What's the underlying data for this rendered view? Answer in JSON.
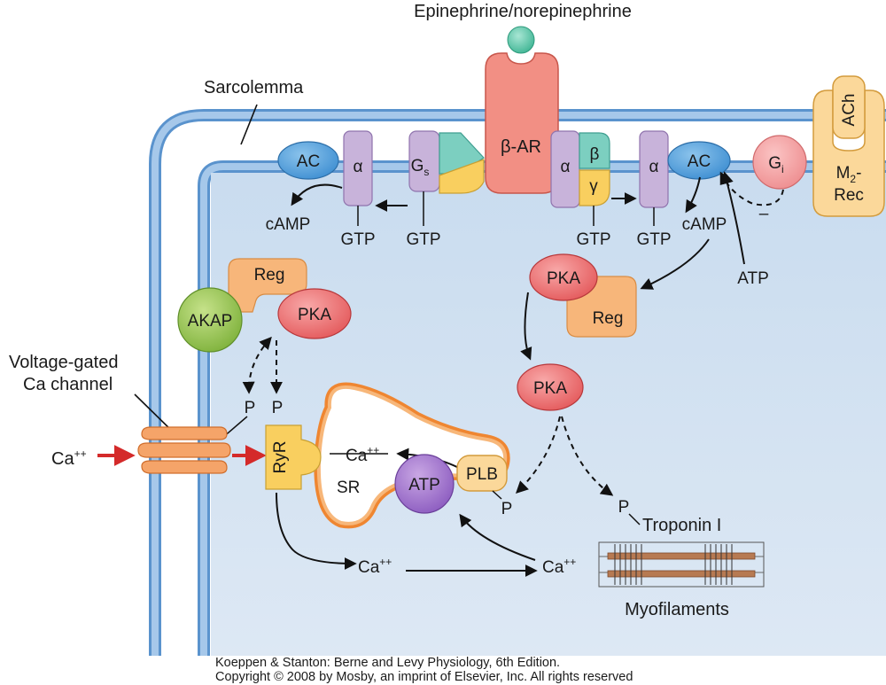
{
  "labels": {
    "ligand": "Epinephrine/norepinephrine",
    "sarcolemma": "Sarcolemma",
    "beta_ar_sym": "β",
    "beta_ar_suffix": "-AR",
    "ac": "AC",
    "alpha": "α",
    "beta": "β",
    "gamma": "γ",
    "g_base": "G",
    "gs_sub": "s",
    "gi_sub": "i",
    "gtp": "GTP",
    "camp": "cAMP",
    "atp": "ATP",
    "ach": "ACh",
    "m2_base": "M",
    "m2_sub": "2",
    "m2_dash": "-",
    "rec": "Rec",
    "reg": "Reg",
    "akap": "AKAP",
    "pka": "PKA",
    "p": "P",
    "voltage_gated_line1": "Voltage-gated",
    "voltage_gated_line2": "Ca channel",
    "ca_base": "Ca",
    "ca_sup": "++",
    "ryr": "RyR",
    "sr": "SR",
    "plb": "PLB",
    "troponin": "Troponin I",
    "myofilaments": "Myofilaments",
    "minus": "–"
  },
  "credit": {
    "line1": "Koeppen & Stanton: Berne and Levy Physiology, 6th Edition.",
    "line2": "Copyright © 2008 by Mosby, an imprint of Elsevier, Inc. All rights reserved"
  }
}
